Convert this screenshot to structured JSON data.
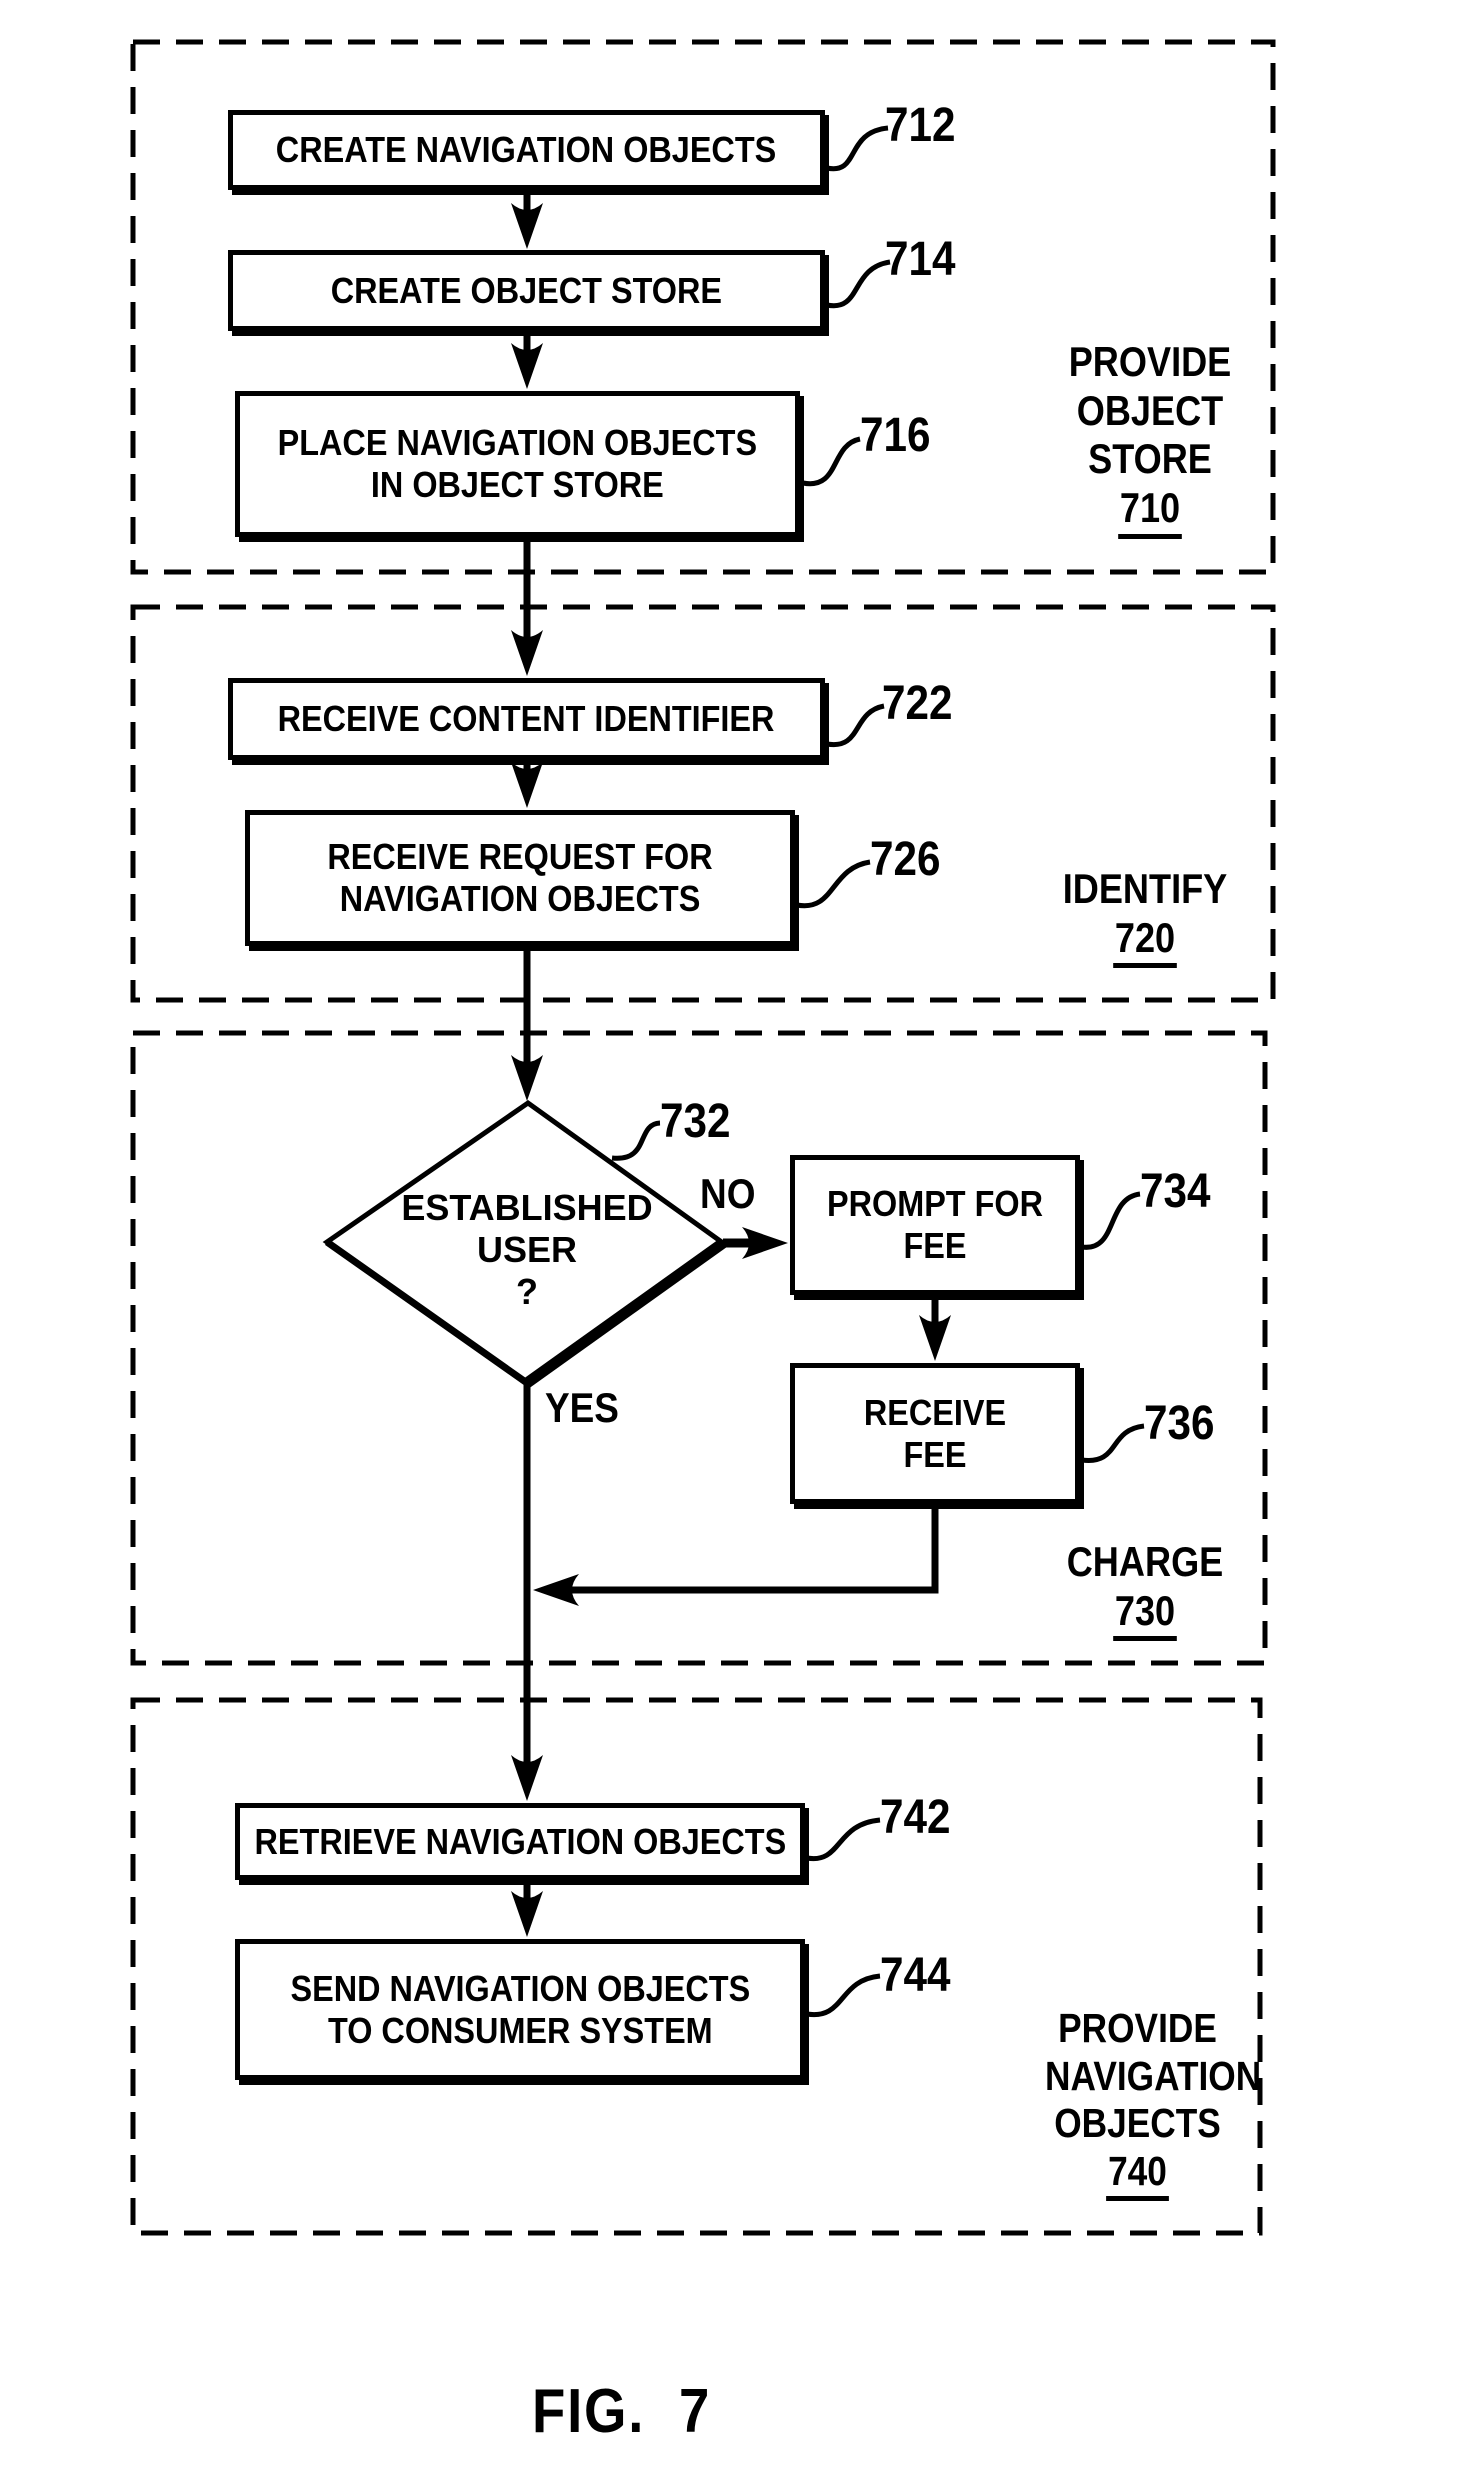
{
  "figure_caption": "FIG.  7",
  "steps": {
    "b712": {
      "ref": "712",
      "line1": "CREATE NAVIGATION OBJECTS"
    },
    "b714": {
      "ref": "714",
      "line1": "CREATE OBJECT STORE"
    },
    "b716": {
      "ref": "716",
      "line1": "PLACE NAVIGATION OBJECTS",
      "line2": "IN OBJECT STORE"
    },
    "b722": {
      "ref": "722",
      "line1": "RECEIVE CONTENT IDENTIFIER"
    },
    "b726": {
      "ref": "726",
      "line1": "RECEIVE REQUEST FOR",
      "line2": "NAVIGATION OBJECTS"
    },
    "b734": {
      "ref": "734",
      "line1": "PROMPT FOR",
      "line2": "FEE"
    },
    "b736": {
      "ref": "736",
      "line1": "RECEIVE",
      "line2": "FEE"
    },
    "b742": {
      "ref": "742",
      "line1": "RETRIEVE NAVIGATION OBJECTS"
    },
    "b744": {
      "ref": "744",
      "line1": "SEND NAVIGATION OBJECTS",
      "line2": "TO CONSUMER SYSTEM"
    }
  },
  "decision": {
    "ref": "732",
    "line1": "ESTABLISHED",
    "line2": "USER",
    "line3": "?",
    "yes_label": "YES",
    "no_label": "NO"
  },
  "sections": {
    "s710": {
      "line1": "PROVIDE",
      "line2": "OBJECT",
      "line3": "STORE",
      "number": "710"
    },
    "s720": {
      "line1": "IDENTIFY",
      "number": "720"
    },
    "s730": {
      "line1": "CHARGE",
      "number": "730"
    },
    "s740": {
      "line1": "PROVIDE",
      "line2": "NAVIGATION",
      "line3": "OBJECTS",
      "number": "740"
    }
  },
  "colors": {
    "ink": "#000000",
    "paper": "#ffffff"
  }
}
